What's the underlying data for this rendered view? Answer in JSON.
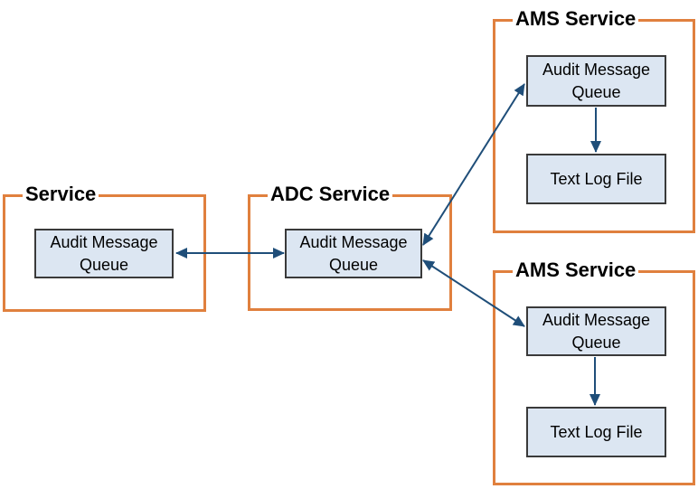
{
  "diagram": {
    "containers": [
      {
        "title": "Service",
        "nodes": [
          "Audit Message Queue"
        ]
      },
      {
        "title": "ADC Service",
        "nodes": [
          "Audit Message Queue"
        ]
      },
      {
        "title": "AMS Service",
        "nodes": [
          "Audit Message Queue",
          "Text Log File"
        ]
      },
      {
        "title": "AMS Service",
        "nodes": [
          "Audit Message Queue",
          "Text Log File"
        ]
      }
    ],
    "connections": [
      {
        "from": "service-audit-message-queue",
        "to": "adc-audit-message-queue",
        "bidirectional": true
      },
      {
        "from": "adc-audit-message-queue",
        "to": "ams-top-audit-message-queue",
        "bidirectional": true
      },
      {
        "from": "adc-audit-message-queue",
        "to": "ams-bottom-audit-message-queue",
        "bidirectional": true
      },
      {
        "from": "ams-top-audit-message-queue",
        "to": "ams-top-text-log-file",
        "bidirectional": false
      },
      {
        "from": "ams-bottom-audit-message-queue",
        "to": "ams-bottom-text-log-file",
        "bidirectional": false
      }
    ],
    "colors": {
      "container_border": "#E0803E",
      "node_fill": "#DCE6F2",
      "node_border": "#3A3A3A",
      "arrow": "#1F4E79",
      "background": "#FFFFFF",
      "title_text": "#000000",
      "node_text": "#000000"
    }
  }
}
